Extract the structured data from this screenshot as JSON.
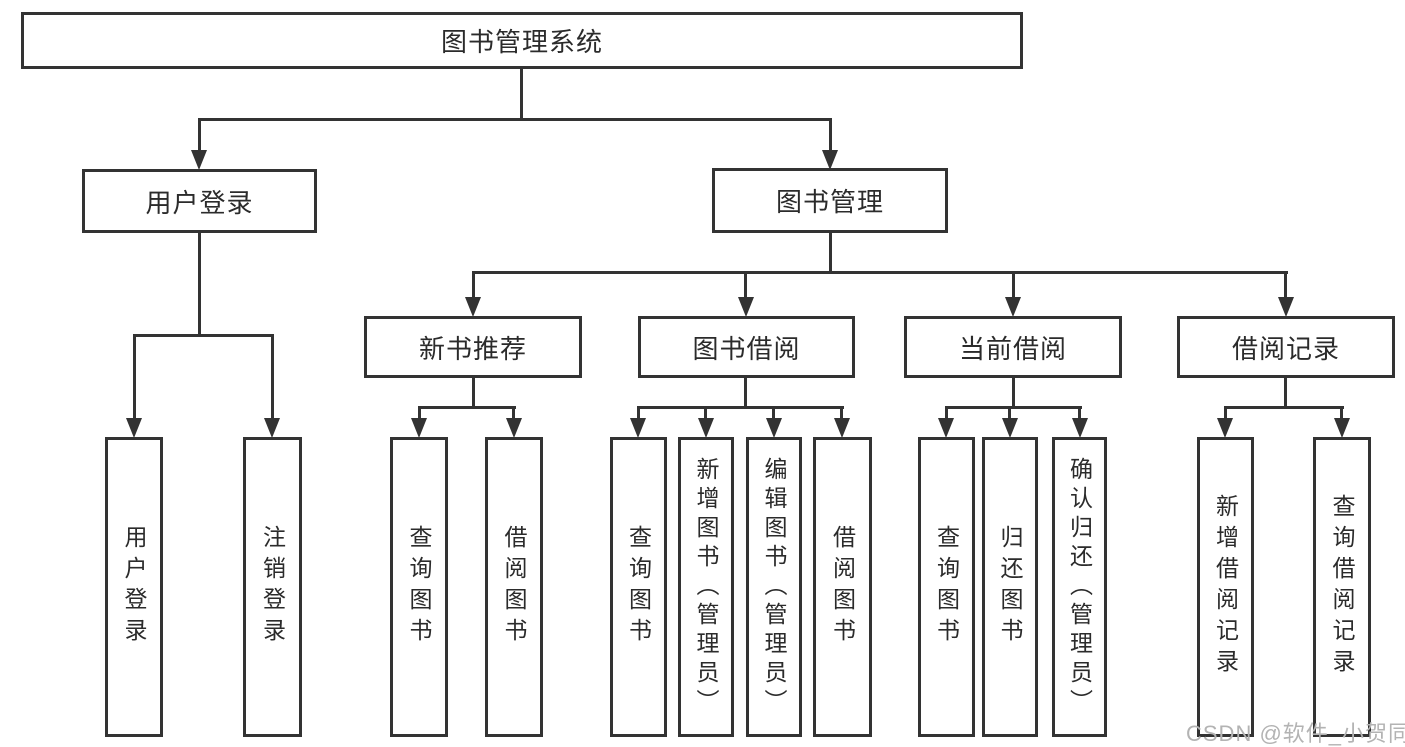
{
  "tree": {
    "root": "图书管理系统",
    "branches": [
      {
        "label": "用户登录",
        "children": [
          "用户登录",
          "注销登录"
        ]
      },
      {
        "label": "图书管理",
        "children": [
          {
            "label": "新书推荐",
            "children": [
              "查询图书",
              "借阅图书"
            ]
          },
          {
            "label": "图书借阅",
            "children": [
              "查询图书",
              "新增图书（管理员）",
              "编辑图书（管理员）",
              "借阅图书"
            ]
          },
          {
            "label": "当前借阅",
            "children": [
              "查询图书",
              "归还图书",
              "确认归还（管理员）"
            ]
          },
          {
            "label": "借阅记录",
            "children": [
              "新增借阅记录",
              "查询借阅记录"
            ]
          }
        ]
      }
    ]
  },
  "watermark": "CSDN @软件_小贺同学",
  "colors": {
    "line": "#333333",
    "text": "#2b2b2b",
    "box_background": "#ffffff",
    "watermark": "#b3b3b3"
  }
}
